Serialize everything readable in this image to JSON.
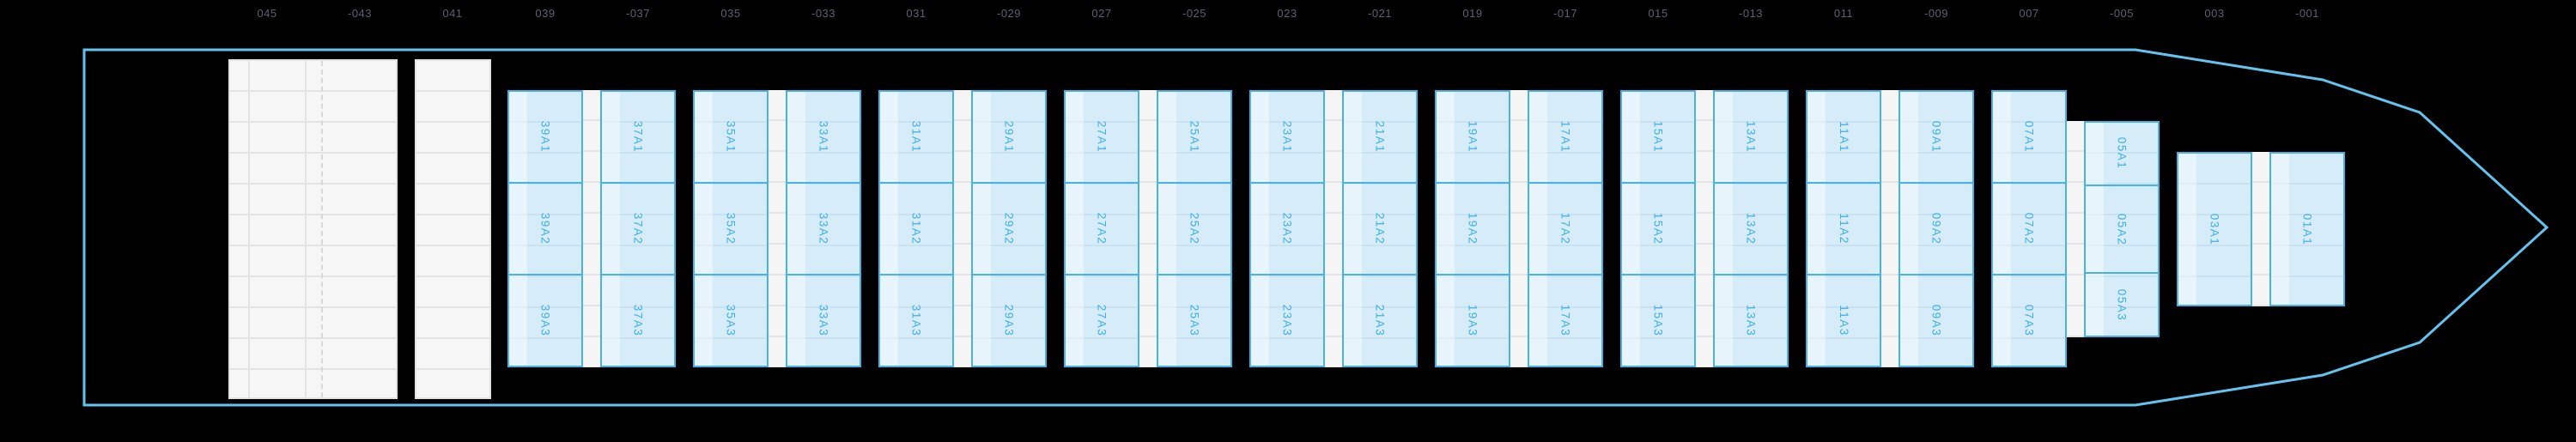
{
  "ruler": {
    "labels": [
      "045",
      "-043",
      "041",
      "039",
      "-037",
      "035",
      "-033",
      "031",
      "-029",
      "027",
      "-025",
      "023",
      "-021",
      "019",
      "-017",
      "015",
      "-013",
      "011",
      "-009",
      "007",
      "-005",
      "003",
      "-001"
    ]
  },
  "deck": {
    "groups": [
      {
        "variant": "standard",
        "bays": [
          {
            "id": "39",
            "cells": [
              "39A1",
              "39A2",
              "39A3"
            ]
          },
          {
            "id": "37",
            "cells": [
              "37A1",
              "37A2",
              "37A3"
            ]
          }
        ]
      },
      {
        "variant": "standard",
        "bays": [
          {
            "id": "35",
            "cells": [
              "35A1",
              "35A2",
              "35A3"
            ]
          },
          {
            "id": "33",
            "cells": [
              "33A1",
              "33A2",
              "33A3"
            ]
          }
        ]
      },
      {
        "variant": "standard",
        "bays": [
          {
            "id": "31",
            "cells": [
              "31A1",
              "31A2",
              "31A3"
            ]
          },
          {
            "id": "29",
            "cells": [
              "29A1",
              "29A2",
              "29A3"
            ]
          }
        ]
      },
      {
        "variant": "standard",
        "bays": [
          {
            "id": "27",
            "cells": [
              "27A1",
              "27A2",
              "27A3"
            ]
          },
          {
            "id": "25",
            "cells": [
              "25A1",
              "25A2",
              "25A3"
            ]
          }
        ]
      },
      {
        "variant": "standard",
        "bays": [
          {
            "id": "23",
            "cells": [
              "23A1",
              "23A2",
              "23A3"
            ]
          },
          {
            "id": "21",
            "cells": [
              "21A1",
              "21A2",
              "21A3"
            ]
          }
        ]
      },
      {
        "variant": "standard",
        "bays": [
          {
            "id": "19",
            "cells": [
              "19A1",
              "19A2",
              "19A3"
            ]
          },
          {
            "id": "17",
            "cells": [
              "17A1",
              "17A2",
              "17A3"
            ]
          }
        ]
      },
      {
        "variant": "standard",
        "bays": [
          {
            "id": "15",
            "cells": [
              "15A1",
              "15A2",
              "15A3"
            ]
          },
          {
            "id": "13",
            "cells": [
              "13A1",
              "13A2",
              "13A3"
            ]
          }
        ]
      },
      {
        "variant": "standard",
        "bays": [
          {
            "id": "11",
            "cells": [
              "11A1",
              "11A2",
              "11A3"
            ]
          },
          {
            "id": "09",
            "cells": [
              "09A1",
              "09A2",
              "09A3"
            ]
          }
        ]
      },
      {
        "variant": "staggered",
        "bays": [
          {
            "id": "07",
            "cells": [
              "07A1",
              "07A2",
              "07A3"
            ]
          },
          {
            "id": "05",
            "cells": [
              "05A1",
              "05A2",
              "05A3"
            ]
          }
        ]
      },
      {
        "variant": "single",
        "bays": [
          {
            "id": "03",
            "cells": [
              "03A1"
            ]
          },
          {
            "id": "01",
            "cells": [
              "01A1"
            ]
          }
        ]
      }
    ]
  },
  "colors": {
    "background": "#000000",
    "hull_outline": "#64c3ee",
    "cell_fill": "#d7ecf9",
    "cell_border": "#47b2e8",
    "cell_label": "#3eafe8",
    "gutter_fill": "#f5f5f5",
    "block_fill": "#f6f6f6",
    "ruler_text": "#5a6170"
  }
}
